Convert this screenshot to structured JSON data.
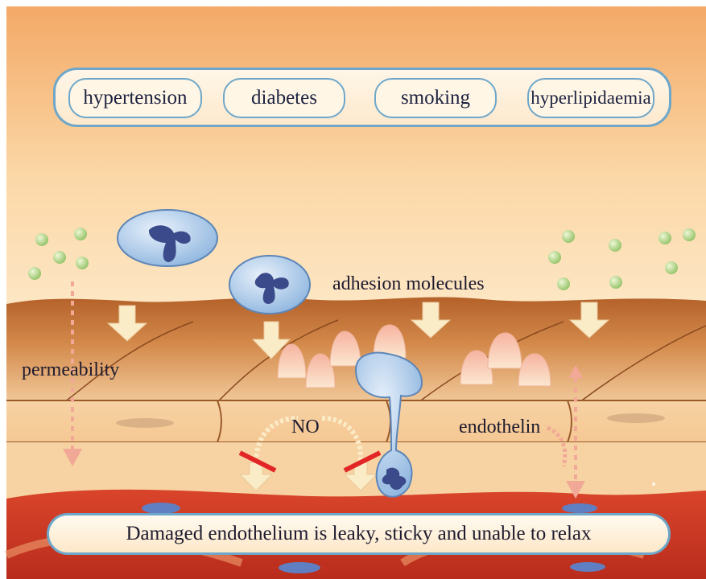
{
  "risk_factors": {
    "items": [
      {
        "label": "hypertension"
      },
      {
        "label": "diabetes"
      },
      {
        "label": "smoking"
      },
      {
        "label": "hyperlipidaemia"
      }
    ]
  },
  "labels": {
    "adhesion": "adhesion molecules",
    "permeability": "permeability",
    "no": "NO",
    "endothelin": "endothelin"
  },
  "caption": "Damaged endothelium is leaky, sticky and unable to relax",
  "colors": {
    "pill_border": "#6ea7c9",
    "cell_blue": "#a9c8e8",
    "nucleus": "#3b4a8a",
    "particle_green": "#b9d98a",
    "endothelium": "#c8742e",
    "muscle_red": "#d9452b",
    "inhibit_red": "#e22626",
    "arrow_cream": "#fbecc8"
  },
  "icons": [
    "leukocyte-icon",
    "down-arrow-icon",
    "adhesion-molecule-icon",
    "inhibition-bar-icon",
    "lipid-particle-icon"
  ]
}
